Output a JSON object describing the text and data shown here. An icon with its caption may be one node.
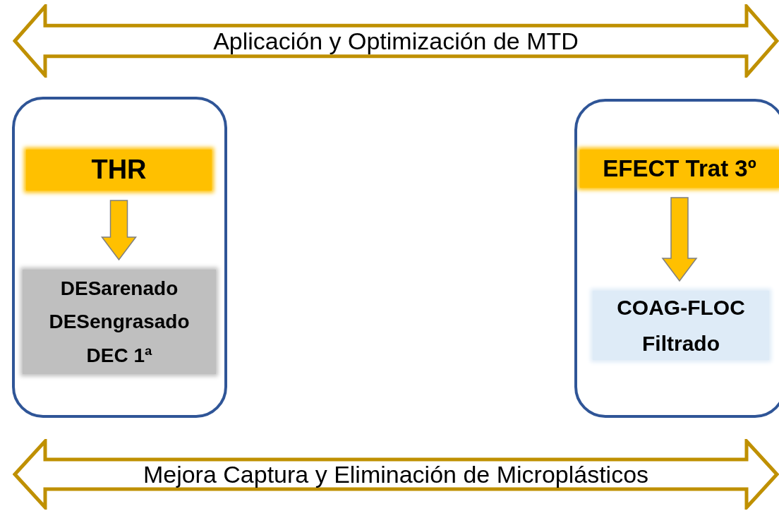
{
  "diagram": {
    "nodes": [
      {
        "text": [
          "Aplicación y Optimización de MTD"
        ]
      },
      {
        "text": [],
        "shape": "box"
      },
      {
        "text": [
          "THR"
        ],
        "in": 1
      },
      {
        "text": [
          "DESarenado DESengrasado DEC 1ª"
        ],
        "in": 1
      },
      {
        "text": [],
        "shape": "box"
      },
      {
        "text": [
          "EFECT Trat 3º"
        ],
        "in": 4
      },
      {
        "text": [
          "COAG-FLOC Filtrado"
        ],
        "in": 4
      },
      {
        "text": [
          "Mejora Captura y Eliminación de Microplásticos"
        ]
      }
    ],
    "edges": [
      {
        "from": 2,
        "to": 3,
        "arrow": "to"
      },
      {
        "from": 5,
        "to": 6,
        "arrow": "to"
      }
    ]
  }
}
